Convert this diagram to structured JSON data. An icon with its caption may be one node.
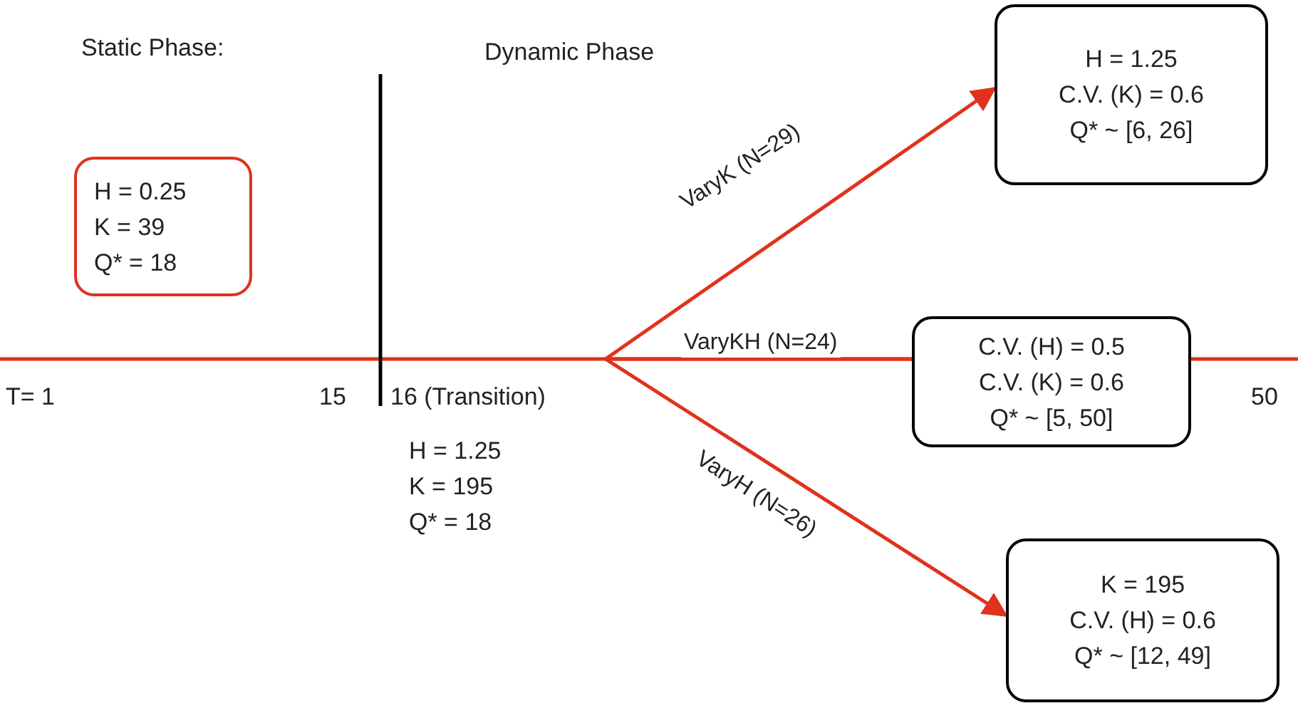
{
  "diagram": {
    "nodes": [
      {
        "text": [
          "H = 0.25",
          "K = 39",
          "Q* = 18"
        ]
      },
      {
        "text": [
          "H = 1.25",
          "C.V. (K) = 0.6",
          "Q* ~ [6, 26]"
        ]
      },
      {
        "text": [
          "C.V. (H) = 0.5",
          "C.V. (K) = 0.6",
          "Q* ~ [5, 50]"
        ]
      },
      {
        "text": [
          "K = 195",
          "C.V. (H) = 0.6",
          "Q* ~ [12, 49]"
        ]
      }
    ],
    "edges": [
      {
        "from": null,
        "to": 1,
        "arrow": "to",
        "label": "VaryK (N=29)"
      },
      {
        "from": null,
        "to": 2,
        "arrow": "none",
        "label": "VaryKH (N=24)"
      },
      {
        "from": null,
        "to": 3,
        "arrow": "to",
        "label": "VaryH (N=26)"
      }
    ],
    "labels": [
      "Static Phase:",
      "Dynamic Phase",
      "T= 1",
      "15",
      "16 (Transition)",
      "50",
      "H = 1.25",
      "K = 195",
      "Q* = 18"
    ]
  }
}
